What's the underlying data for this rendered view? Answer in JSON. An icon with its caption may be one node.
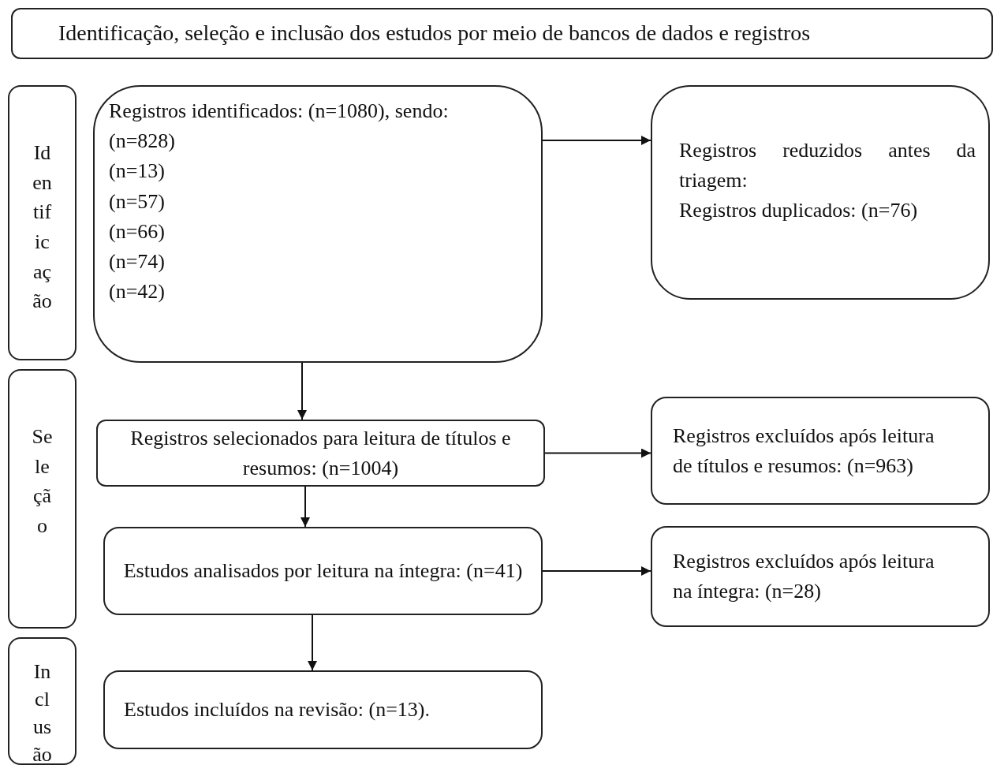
{
  "diagram": {
    "nodes": [
      {
        "text": [
          "Identificação, seleção e inclusão dos estudos por meio de bancos de dados e registros"
        ]
      },
      {
        "text": [
          "Identificação"
        ]
      },
      {
        "text": [
          "Seleção"
        ]
      },
      {
        "text": [
          "Inclusão"
        ]
      },
      {
        "text": [
          "Registros identificados: (n=1080), sendo:",
          "(n=828)",
          "(n=13)",
          "(n=57)",
          "(n=66)",
          "(n=74)",
          "(n=42)"
        ]
      },
      {
        "text": [
          "Registros reduzidos antes da triagem:",
          "Registros duplicados: (n=76)"
        ]
      },
      {
        "text": [
          "Registros selecionados para leitura de títulos e resumos: (n=1004)"
        ]
      },
      {
        "text": [
          "Registros excluídos após leitura de títulos e resumos: (n=963)"
        ]
      },
      {
        "text": [
          "Estudos analisados por leitura na íntegra: (n=41)"
        ]
      },
      {
        "text": [
          "Registros excluídos após leitura na íntegra: (n=28)"
        ]
      },
      {
        "text": [
          "Estudos incluídos na revisão: (n=13)."
        ]
      }
    ],
    "edges": [
      {
        "from": 4,
        "to": 5,
        "arrow": "to"
      },
      {
        "from": 4,
        "to": 6,
        "arrow": "to"
      },
      {
        "from": 6,
        "to": 7,
        "arrow": "to"
      },
      {
        "from": 6,
        "to": 8,
        "arrow": "to"
      },
      {
        "from": 8,
        "to": 9,
        "arrow": "to"
      },
      {
        "from": 8,
        "to": 10,
        "arrow": "to"
      }
    ]
  }
}
